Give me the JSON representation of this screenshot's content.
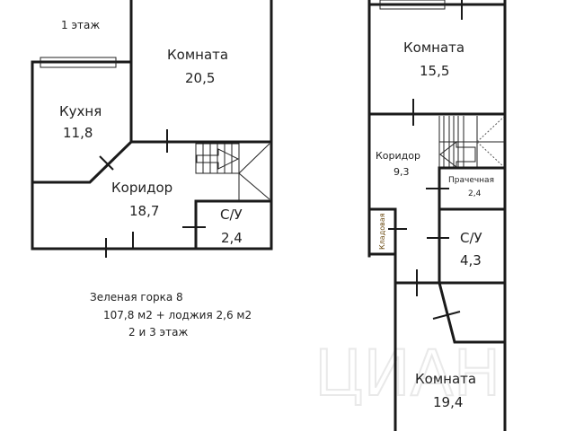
{
  "watermark": "ЦИАН",
  "floor_label_1": "1 этаж",
  "left_plan": {
    "rooms": [
      {
        "name": "Комната",
        "area": "20,5"
      },
      {
        "name": "Кухня",
        "area": "11,8"
      },
      {
        "name": "Коридор",
        "area": "18,7"
      },
      {
        "name": "С/У",
        "area": "2,4"
      }
    ]
  },
  "right_plan": {
    "rooms": [
      {
        "name": "Комната",
        "area": "15,5"
      },
      {
        "name": "Коридор",
        "area": "9,3"
      },
      {
        "name": "Прачечная",
        "area": "2,4"
      },
      {
        "name": "Кладовая",
        "area": ""
      },
      {
        "name": "С/У",
        "area": "4,3"
      },
      {
        "name": "Комната",
        "area": "19,4"
      }
    ]
  },
  "info": {
    "address": "Зеленая горка 8",
    "area_summary": "107,8 м2 + лоджия 2,6 м2",
    "floors": "2 и 3 этаж"
  }
}
